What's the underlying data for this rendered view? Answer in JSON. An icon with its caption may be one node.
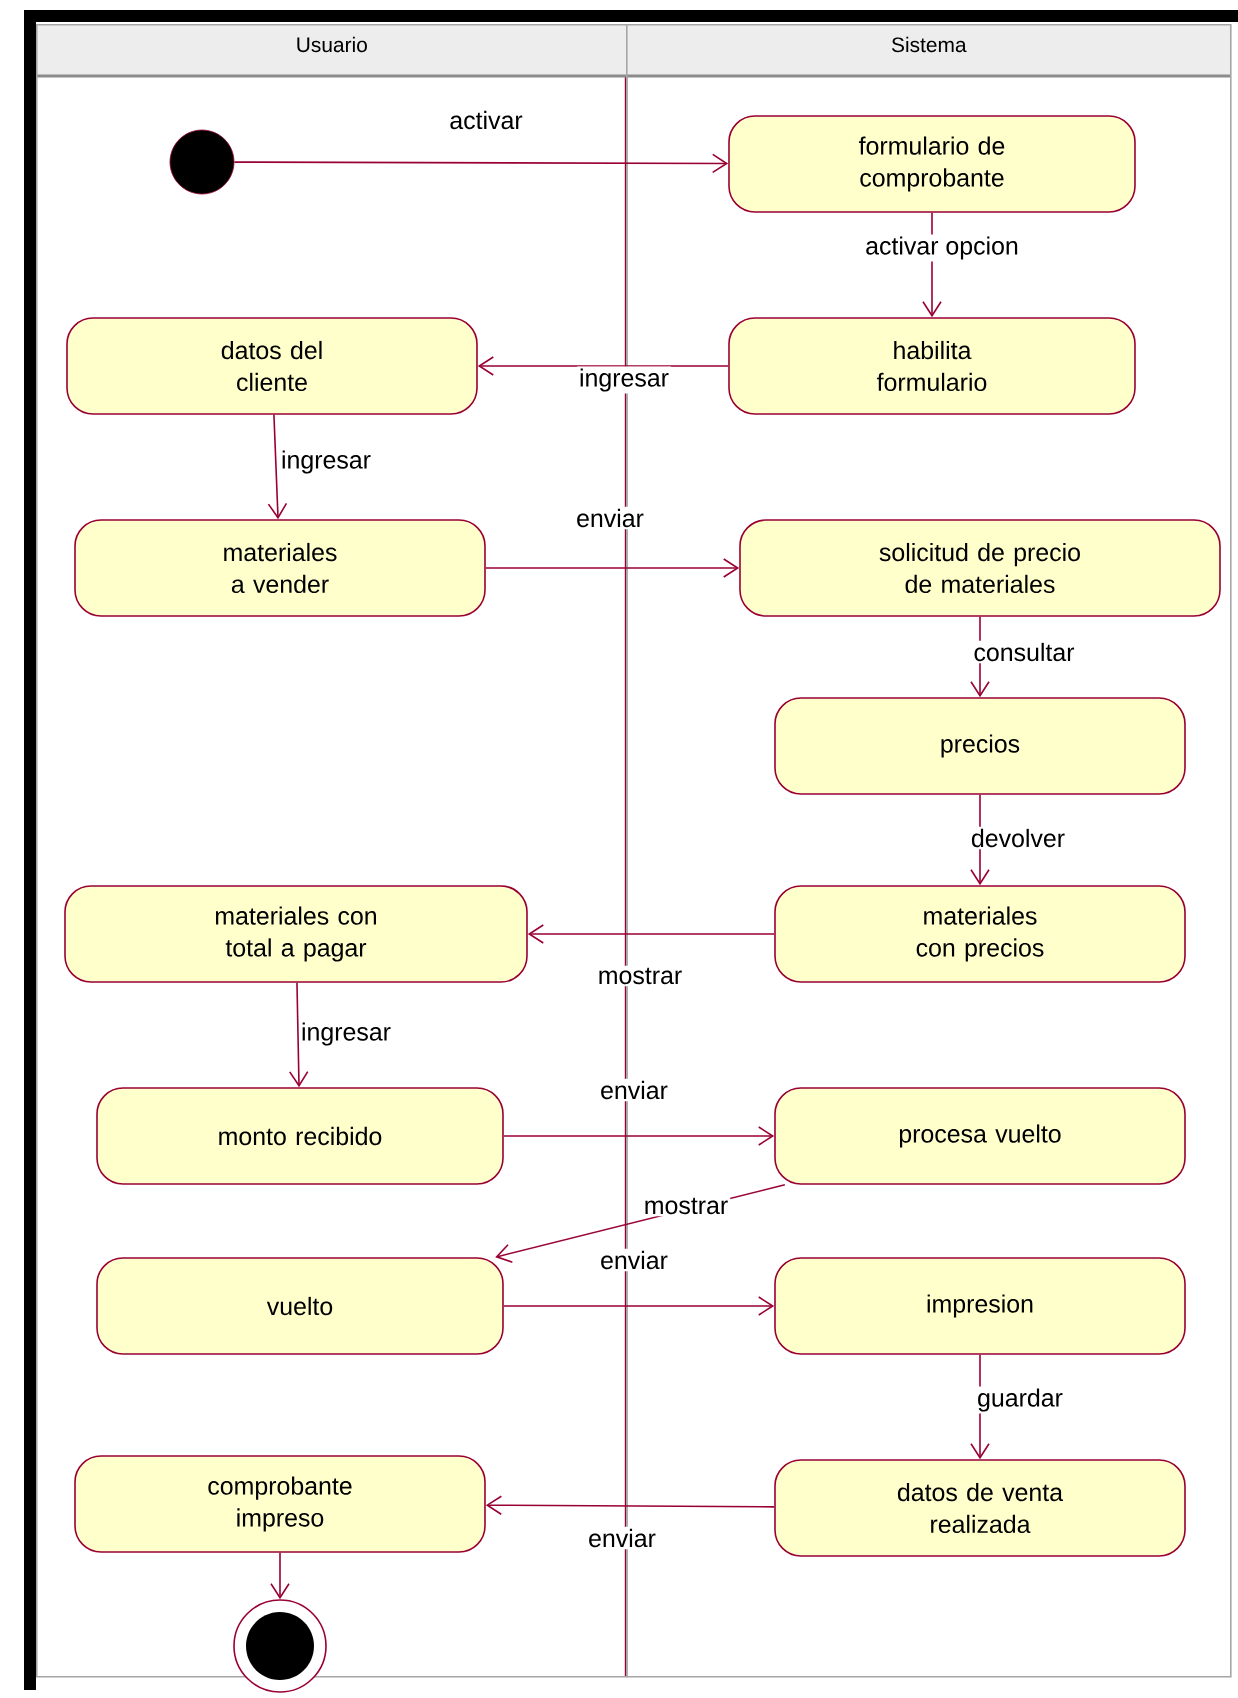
{
  "diagram": {
    "nodes": [
      {
        "text": [
          "Usuario"
        ]
      },
      {
        "text": [
          "Sistema"
        ]
      },
      {
        "text": [],
        "shape": "circle",
        "in": 0
      },
      {
        "text": [
          "formulario de comprobante"
        ],
        "in": 1
      },
      {
        "text": [
          "datos del cliente"
        ],
        "in": 0
      },
      {
        "text": [
          "habilita formulario"
        ],
        "in": 1
      },
      {
        "text": [
          "materiales a vender"
        ],
        "in": 0
      },
      {
        "text": [
          "solicitud de precio de materiales"
        ],
        "in": 1
      },
      {
        "text": [
          "precios"
        ],
        "in": 1
      },
      {
        "text": [
          "materiales con total a pagar"
        ],
        "in": 0
      },
      {
        "text": [
          "materiales con precios"
        ],
        "in": 1
      },
      {
        "text": [
          "monto recibido"
        ],
        "in": 0
      },
      {
        "text": [
          "procesa vuelto"
        ],
        "in": 1
      },
      {
        "text": [
          "vuelto"
        ],
        "in": 0
      },
      {
        "text": [
          "impresion"
        ],
        "in": 1
      },
      {
        "text": [
          "comprobante impreso"
        ],
        "in": 0
      },
      {
        "text": [
          "datos de venta realizada"
        ],
        "in": 1
      },
      {
        "text": [],
        "shape": "circle",
        "in": 0
      }
    ],
    "edges": [
      {
        "from": 2,
        "to": 3,
        "arrow": "to",
        "label": "activar"
      },
      {
        "from": 3,
        "to": 5,
        "arrow": "to",
        "label": "activar opcion"
      },
      {
        "from": 5,
        "to": 4,
        "arrow": "to",
        "label": "ingresar"
      },
      {
        "from": 4,
        "to": 6,
        "arrow": "to",
        "label": "ingresar"
      },
      {
        "from": 6,
        "to": 7,
        "arrow": "to",
        "label": "enviar"
      },
      {
        "from": 7,
        "to": 8,
        "arrow": "to",
        "label": "consultar"
      },
      {
        "from": 8,
        "to": 10,
        "arrow": "to",
        "label": "devolver"
      },
      {
        "from": 10,
        "to": 9,
        "arrow": "to",
        "label": "mostrar"
      },
      {
        "from": 9,
        "to": 11,
        "arrow": "to",
        "label": "ingresar"
      },
      {
        "from": 11,
        "to": 12,
        "arrow": "to",
        "label": "enviar"
      },
      {
        "from": 12,
        "to": 13,
        "arrow": "to",
        "label": "mostrar"
      },
      {
        "from": 13,
        "to": 14,
        "arrow": "to",
        "label": "enviar"
      },
      {
        "from": 14,
        "to": 16,
        "arrow": "to",
        "label": "guardar"
      },
      {
        "from": 16,
        "to": 15,
        "arrow": "to",
        "label": "enviar"
      },
      {
        "from": 15,
        "to": 17,
        "arrow": "to"
      }
    ]
  }
}
